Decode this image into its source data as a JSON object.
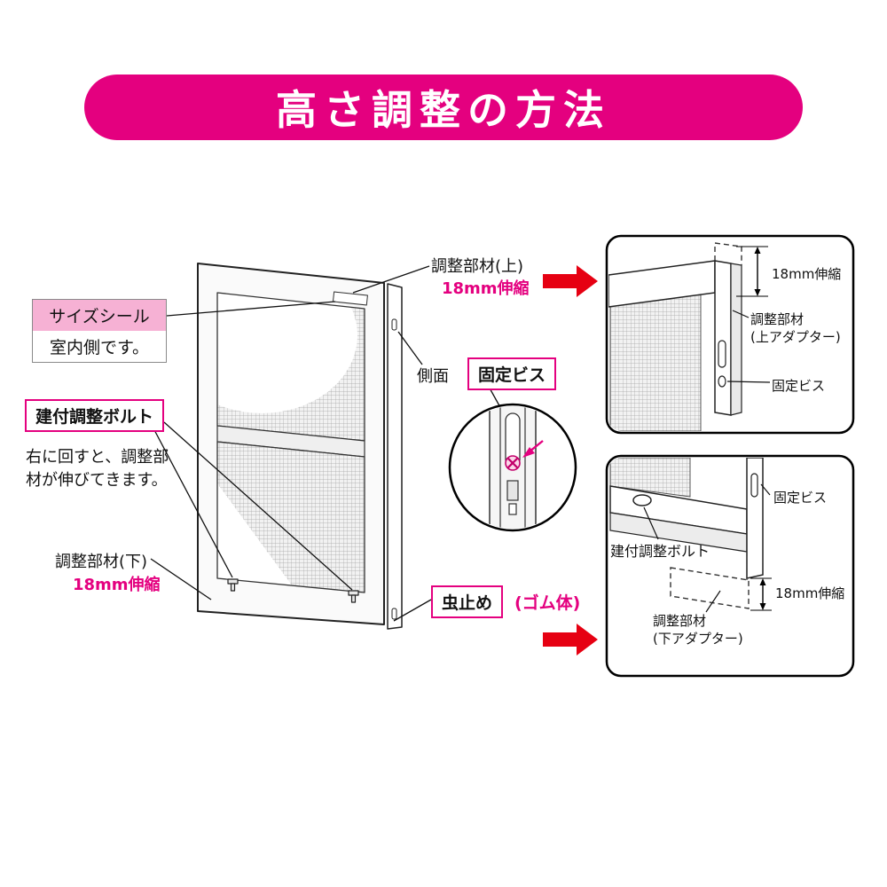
{
  "banner": {
    "title": "高さ調整の方法"
  },
  "colors": {
    "banner_magenta": "#e4007f",
    "arrow_red": "#e60012",
    "label_pink_bg": "#f6b1d4"
  },
  "main_labels": {
    "size_seal": "サイズシール",
    "indoor_side": "室内側です。",
    "fit_adjust_bolt": "建付調整ボルト",
    "fit_bolt_desc_line1": "右に回すと、調整部",
    "fit_bolt_desc_line2": "材が伸びてきます。",
    "adjust_member_bottom": "調整部材(下)",
    "extension_bottom": "18mm伸縮",
    "adjust_member_top": "調整部材(上)",
    "extension_top": "18mm伸縮",
    "side_face": "側面",
    "fixing_screw": "固定ビス",
    "insect_stop": "虫止め",
    "rubber_body": "(ゴム体)"
  },
  "detail_top": {
    "extension": "18mm伸縮",
    "member_line1": "調整部材",
    "member_line2": "(上アダプター)",
    "fixing_screw": "固定ビス"
  },
  "detail_bottom": {
    "fixing_screw": "固定ビス",
    "fit_adjust_bolt": "建付調整ボルト",
    "member_line1": "調整部材",
    "member_line2": "(下アダプター)",
    "extension": "18mm伸縮"
  }
}
